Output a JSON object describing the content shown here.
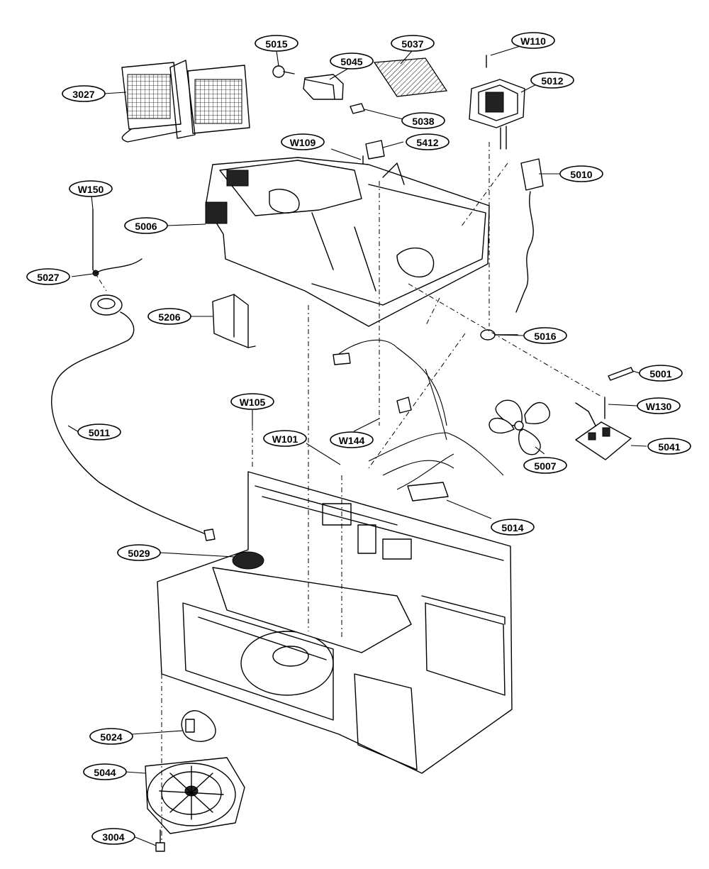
{
  "callouts": [
    {
      "id": "3027",
      "text": "3027"
    },
    {
      "id": "5015",
      "text": "5015"
    },
    {
      "id": "5045",
      "text": "5045"
    },
    {
      "id": "5037",
      "text": "5037"
    },
    {
      "id": "W110",
      "text": "W110"
    },
    {
      "id": "5012",
      "text": "5012"
    },
    {
      "id": "5038",
      "text": "5038"
    },
    {
      "id": "W109",
      "text": "W109"
    },
    {
      "id": "5412",
      "text": "5412"
    },
    {
      "id": "5010",
      "text": "5010"
    },
    {
      "id": "W150",
      "text": "W150"
    },
    {
      "id": "5006",
      "text": "5006"
    },
    {
      "id": "5027",
      "text": "5027"
    },
    {
      "id": "5206",
      "text": "5206"
    },
    {
      "id": "5016",
      "text": "5016"
    },
    {
      "id": "5001",
      "text": "5001"
    },
    {
      "id": "W130",
      "text": "W130"
    },
    {
      "id": "W105",
      "text": "W105"
    },
    {
      "id": "5011",
      "text": "5011"
    },
    {
      "id": "W101",
      "text": "W101"
    },
    {
      "id": "W144",
      "text": "W144"
    },
    {
      "id": "5041",
      "text": "5041"
    },
    {
      "id": "5007",
      "text": "5007"
    },
    {
      "id": "5014",
      "text": "5014"
    },
    {
      "id": "5029",
      "text": "5029"
    },
    {
      "id": "5024",
      "text": "5024"
    },
    {
      "id": "5044",
      "text": "5044"
    },
    {
      "id": "3004",
      "text": "3004"
    }
  ]
}
